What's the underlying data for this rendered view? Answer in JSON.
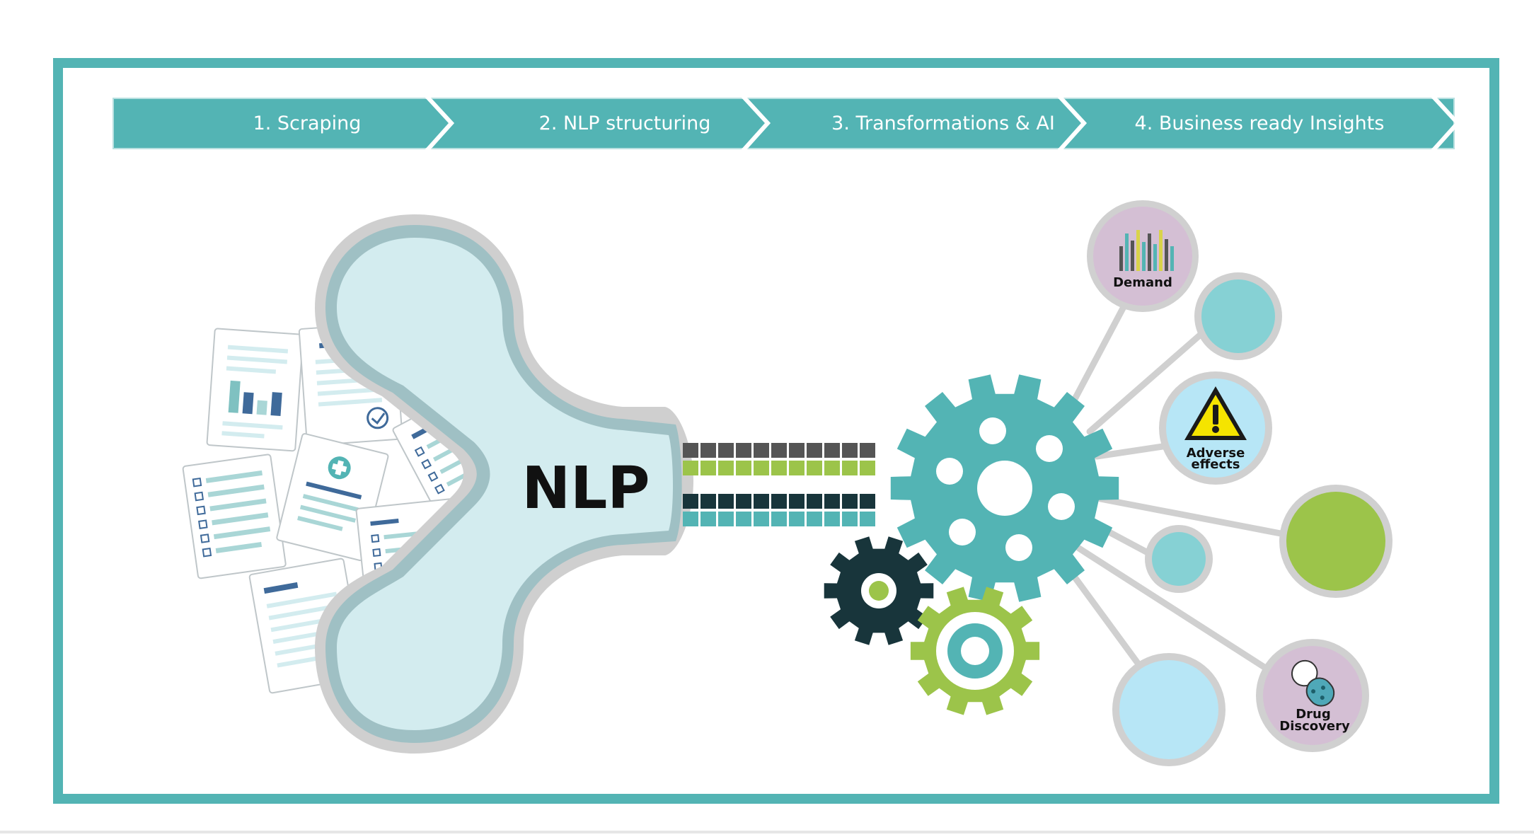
{
  "pipeline": {
    "steps": [
      {
        "label": "1. Scraping"
      },
      {
        "label": "2. NLP structuring"
      },
      {
        "label": "3. Transformations & AI"
      },
      {
        "label": "4. Business ready Insights"
      }
    ]
  },
  "nlp_hub": {
    "label": "NLP"
  },
  "insights": {
    "demand": {
      "label": "Demand"
    },
    "adverse": {
      "label_line1": "Adverse",
      "label_line2": "effects"
    },
    "drug": {
      "label_line1": "Drug",
      "label_line2": "Discovery"
    }
  },
  "icons": {
    "documents": "document-icons",
    "gears": "gear-icons",
    "demand": "bar-chart-icon",
    "adverse": "warning-icon",
    "drug": "pill-capsule-icon"
  },
  "colors": {
    "teal": "#53b4b4",
    "light_teal": "#d3ecef",
    "dark": "#18353b",
    "green": "#9cc44a",
    "lavender": "#d4bfd4",
    "light_blue": "#b7e6f6",
    "grey": "#d0d0d0"
  }
}
